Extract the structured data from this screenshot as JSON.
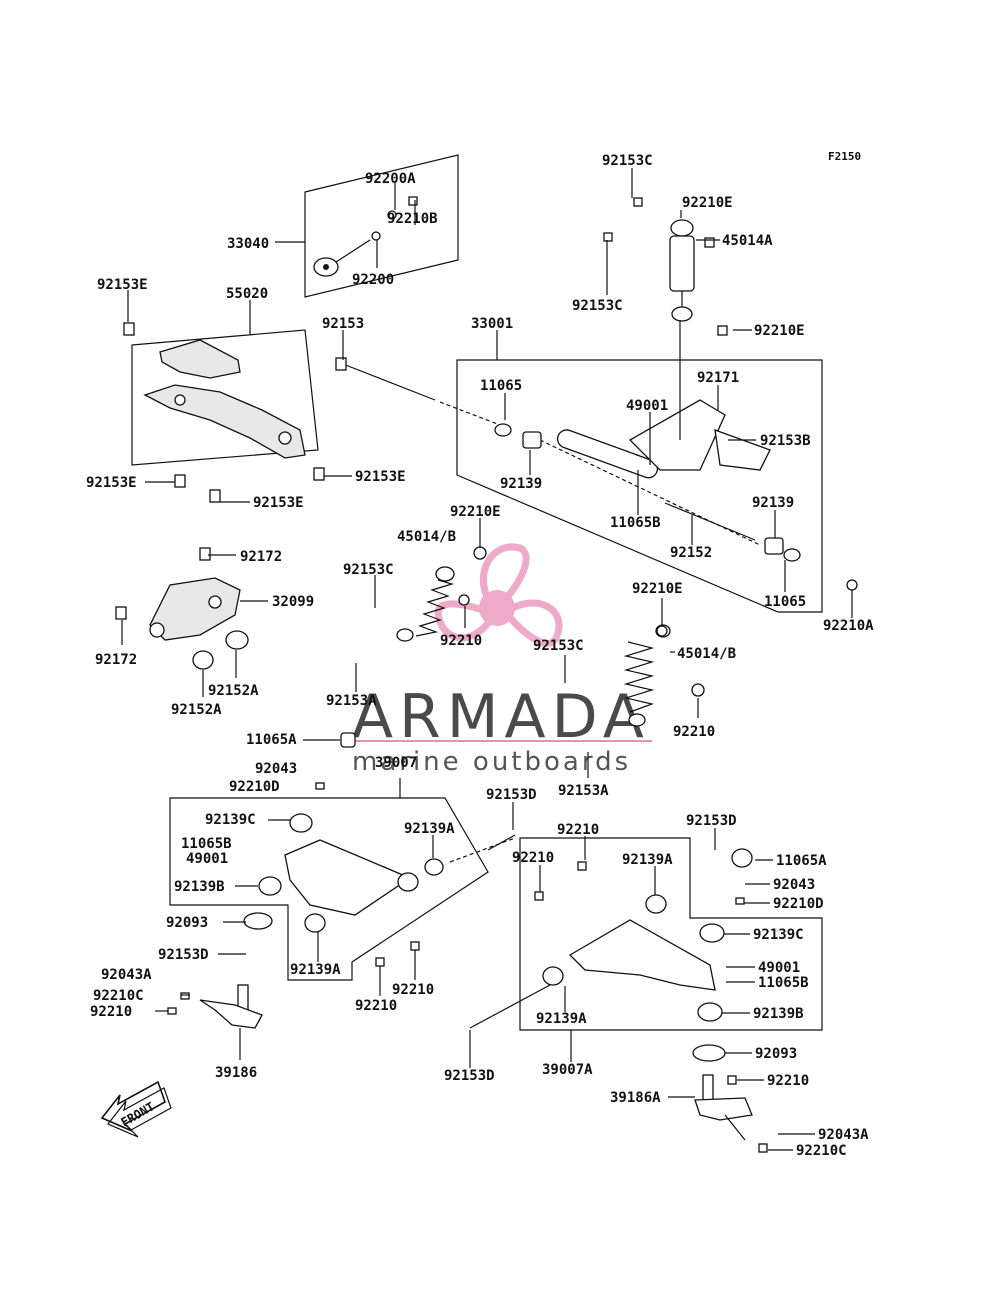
{
  "figure": {
    "code": "F2150"
  },
  "watermark": {
    "brand": "ARMADA",
    "tagline": "marine outboards",
    "accent_color": "#e88fb8",
    "logo_icon": "propeller-logo-icon"
  },
  "front_marker": {
    "label": "FRONT",
    "icon": "front-arrow-icon"
  },
  "parts": {
    "p33040": "33040",
    "p92200A": "92200A",
    "p92210B": "92210B",
    "p92200": "92200",
    "p92153E_top": "92153E",
    "p55020": "55020",
    "p92153": "92153",
    "p33001": "33001",
    "p92153C_top": "92153C",
    "p92210E_top": "92210E",
    "p45014A": "45014A",
    "p92153C_shock": "92153C",
    "p92210E_shock": "92210E",
    "pF11065": "11065",
    "p49001_arm": "49001",
    "p92171": "92171",
    "p92153B": "92153B",
    "p92139_a": "92139",
    "p11065B_arm": "11065B",
    "p92139_b": "92139",
    "p92152": "92152",
    "p11065_b": "11065",
    "p92210A": "92210A",
    "p92153E_l1": "92153E",
    "p92153E_r1": "92153E",
    "p92153E_l2": "92153E",
    "p92210E_mid": "92210E",
    "p45014B_l": "45014/B",
    "p92153C_l": "92153C",
    "p92210_l": "92210",
    "p92172_top": "92172",
    "p32099": "32099",
    "p92172_left": "92172",
    "p92152A_r": "92152A",
    "p92152A_l": "92152A",
    "p92153A_l": "92153A",
    "p92210E_r": "92210E",
    "p92153C_r": "92153C",
    "p45014B_r": "45014/B",
    "p92210_r": "92210",
    "p92153A_r": "92153A",
    "p11065A_l": "11065A",
    "p92043_l": "92043",
    "p39007": "39007",
    "p92210D_l": "92210D",
    "p92153D_l": "92153D",
    "p92139C_l": "92139C",
    "p11065B_l": "11065B",
    "p49001_l": "49001",
    "p92139A_l1": "92139A",
    "p92139B_l": "92139B",
    "p92093_l": "92093",
    "p92153D_l2": "92153D",
    "p92043A_l": "92043A",
    "p92139A_l2": "92139A",
    "p92210C_l": "92210C",
    "p92210_l2": "92210",
    "p92210_l3": "92210",
    "p92210_l4": "92210",
    "p39186": "39186",
    "p92210_m1": "92210",
    "p92153D_r": "92153D",
    "p92210_m2": "92210",
    "p92139A_r1": "92139A",
    "p11065A_r": "11065A",
    "p92043_r": "92043",
    "p92210D_r": "92210D",
    "p92139C_r": "92139C",
    "p49001_r": "49001",
    "p11065B_r": "11065B",
    "p92139A_r2": "92139A",
    "p92139B_r": "92139B",
    "p92153D_r2": "92153D",
    "p39007A": "39007A",
    "p92093_r": "92093",
    "p92210_r2": "92210",
    "p39186A": "39186A",
    "p92043A_r": "92043A",
    "p92210C_r": "92210C"
  }
}
